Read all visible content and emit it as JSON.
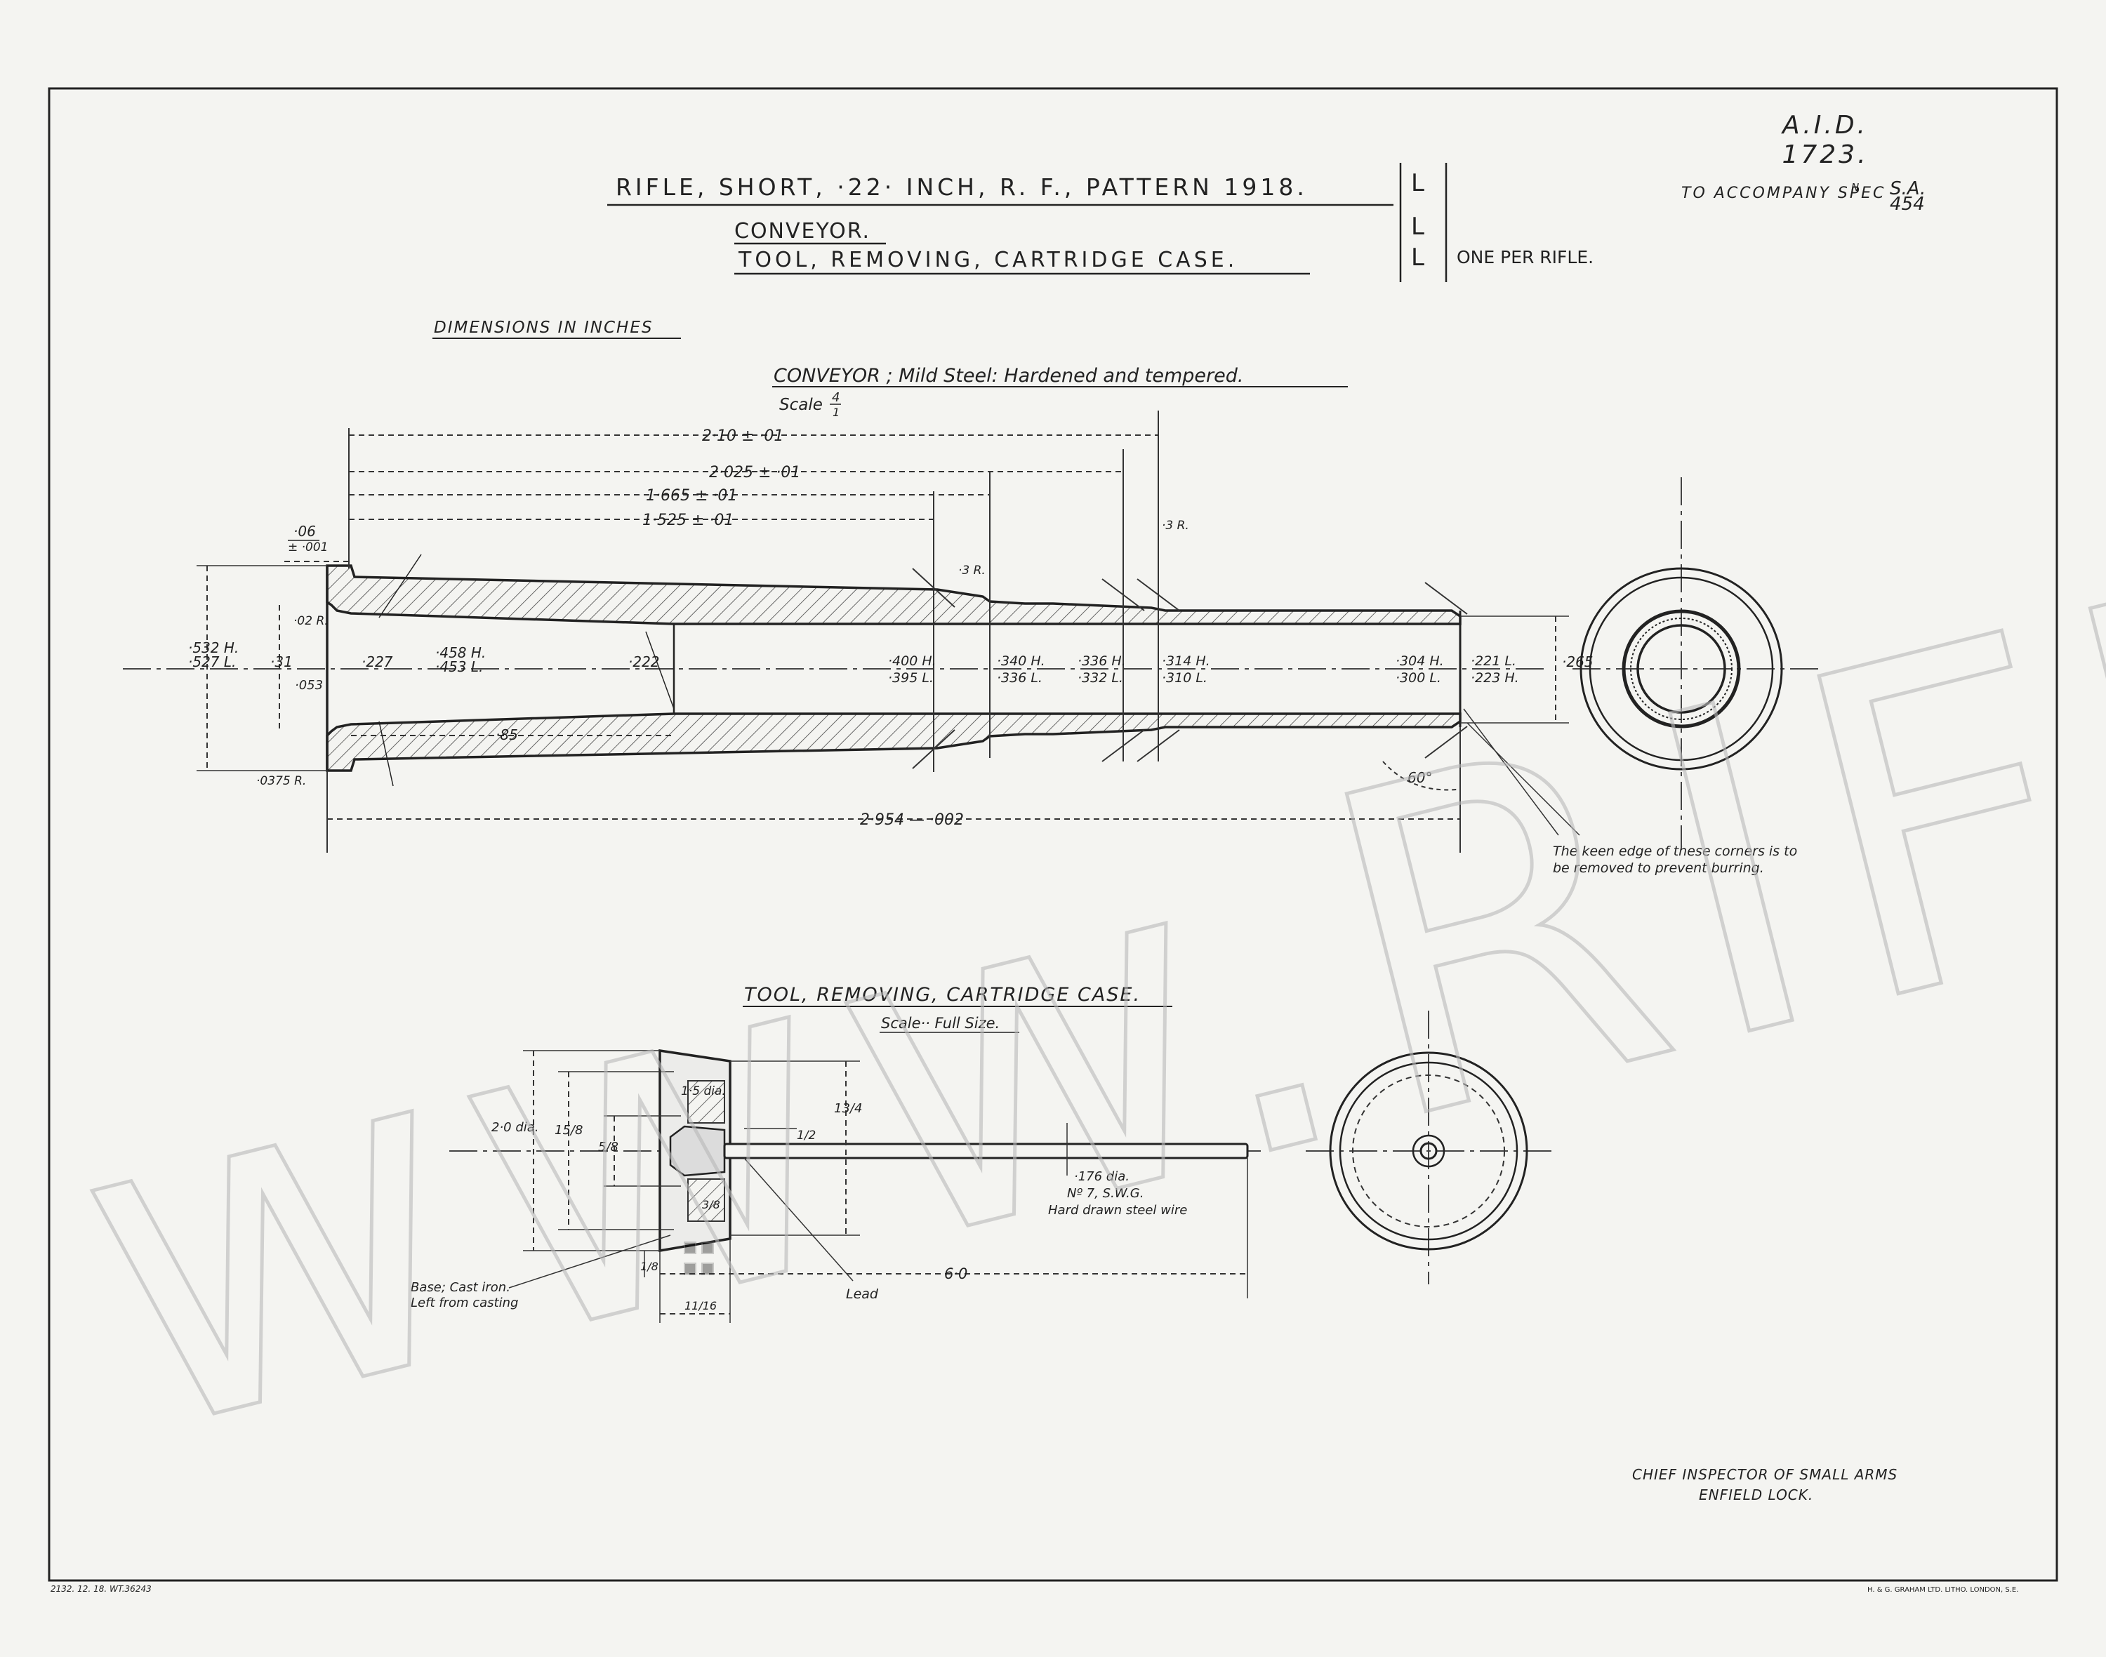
{
  "header": {
    "aid_ref": "A.I.D.",
    "aid_num": "1723.",
    "accompany_prefix": "TO ACCOMPANY SPEC",
    "accompany_super": "N",
    "accompany_sa": "S.A.",
    "accompany_num": "454",
    "title_main": "RIFLE, SHORT, ·22· INCH, R. F., PATTERN 1918.",
    "title_item1": "CONVEYOR.",
    "title_item2": "TOOL, REMOVING, CARTRIDGE CASE.",
    "marks": [
      "L",
      "L",
      "L"
    ],
    "quantity": "ONE PER RIFLE.",
    "dimensions_note": "DIMENSIONS IN INCHES"
  },
  "conveyor": {
    "title": "CONVEYOR ; Mild Steel: Hardened and tempered.",
    "scale_label": "Scale",
    "scale_num": "4",
    "scale_den": "1",
    "dims_top": [
      "2·10 ± ·01",
      "2·025 ± ·01",
      "1·665 ± ·01",
      "1·525 ± ·01"
    ],
    "flange_dims": [
      "·06",
      "± ·001"
    ],
    "radius_labels": [
      "·3 R.",
      "·3 R.",
      "·02 R.",
      "·0375 R."
    ],
    "left_dims": [
      "·532 H.",
      "·527 L.",
      "·31",
      "·053"
    ],
    "bore_dims": [
      "·227",
      "·458 H.",
      "·453 L.",
      "·222",
      "·85"
    ],
    "diameters": [
      [
        "·400 H.",
        "·395 L."
      ],
      [
        "·340 H.",
        "·336 L."
      ],
      [
        "·336 H.",
        "·332 L."
      ],
      [
        "·314 H.",
        "·310 L."
      ],
      [
        "·304 H.",
        "·300 L."
      ],
      [
        "·221 L.",
        "·223 H."
      ]
    ],
    "end_dim": "·265",
    "overall_length": "2·954 — ·002",
    "angle": "60°",
    "note_line1": "The keen edge of these corners is to",
    "note_line2": "be removed to prevent burring."
  },
  "tool": {
    "title": "TOOL, REMOVING, CARTRIDGE CASE.",
    "scale": "Scale·· Full Size.",
    "dims_left": [
      "2·0 dia.",
      "15/8",
      "5/8",
      "1·5 dia.",
      "13/4",
      "1/2",
      "3/8",
      "1/8",
      "11/16"
    ],
    "wire_line1": "·176 dia.",
    "wire_line2": "Nº 7, S.W.G.",
    "wire_line3": "Hard drawn steel wire",
    "length": "6·0",
    "base_line1": "Base; Cast iron.",
    "base_line2": "Left from casting",
    "lead": "Lead"
  },
  "footer": {
    "inspector_line1": "CHIEF INSPECTOR OF SMALL ARMS",
    "inspector_line2": "ENFIELD LOCK.",
    "print_code": "2132. 12. 18. WT.36243",
    "printer": "H. & G. GRAHAM LTD. LITHO. LONDON, S.E."
  },
  "watermark": "www.RIFLEMAN.C"
}
